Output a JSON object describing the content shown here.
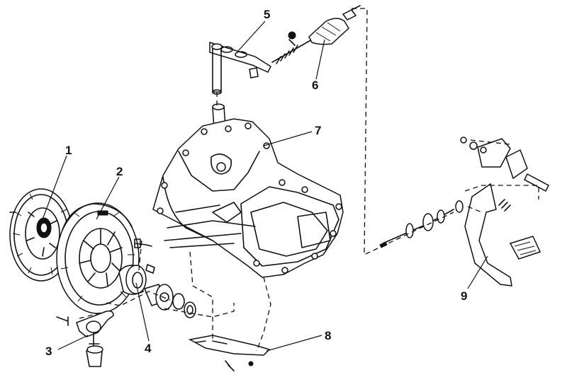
{
  "diagram": {
    "callouts": [
      "1",
      "2",
      "3",
      "4",
      "5",
      "6",
      "7",
      "8",
      "9"
    ],
    "colors": {
      "ink": "#111111",
      "paper": "#ffffff"
    }
  }
}
